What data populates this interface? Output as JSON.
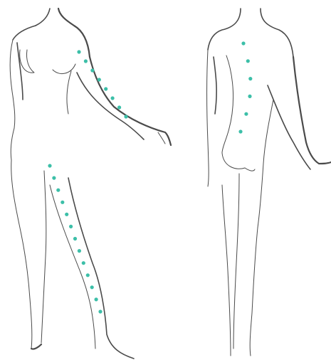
{
  "colors": {
    "outline": "#4a4a4a",
    "dot": "#3cbfa8",
    "background": "#ffffff"
  },
  "figures": [
    {
      "name": "front-figure",
      "dot_groups": [
        {
          "name": "arm-dots",
          "count": 8
        },
        {
          "name": "leg-dots",
          "count": 13
        }
      ]
    },
    {
      "name": "back-figure",
      "dot_groups": [
        {
          "name": "spine-dots",
          "count": 6
        }
      ]
    }
  ]
}
